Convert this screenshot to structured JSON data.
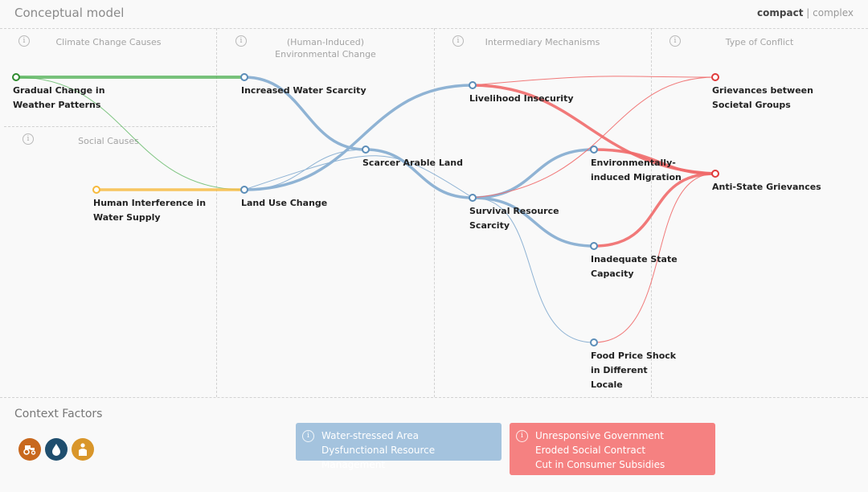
{
  "header": {
    "title": "Conceptual model",
    "view_compact": "compact",
    "view_separator": "|",
    "view_complex": "complex"
  },
  "columns": [
    {
      "label": "Climate Change Causes"
    },
    {
      "label": "(Human-Induced) Environmental Change"
    },
    {
      "label": "Intermediary Mechanisms"
    },
    {
      "label": "Type of Conflict"
    }
  ],
  "social_causes_label": "Social Causes",
  "info_glyph": "i",
  "nodes": {
    "gradual_change": "Gradual Change in Weather Patterns",
    "human_interference": "Human Interference in Water Supply",
    "increased_water": "Increased Water Scarcity",
    "land_use": "Land Use Change",
    "scarcer_land": "Scarcer Arable Land",
    "livelihood": "Livelihood Insecurity",
    "survival": "Survival Resource Scarcity",
    "migration": "Environmentally-induced Migration",
    "state_capacity": "Inadequate State Capacity",
    "food_price": "Food Price Shock in Different Locale",
    "grievances_groups": "Grievances between Societal Groups",
    "anti_state": "Anti-State Grievances"
  },
  "colors": {
    "climate": "#4caf50",
    "social": "#f6b93b",
    "environment": "#8fb3d4",
    "environment_node": "#5b8db8",
    "conflict": "#f06a6a",
    "conflict_node": "#e03b3b",
    "context_blue": "#a4c3de",
    "context_red": "#f58181",
    "icon_agri": "#c8681e",
    "icon_water": "#1f4e6e",
    "icon_people": "#d9962a"
  },
  "context": {
    "title": "Context Factors",
    "icons": [
      "tractor-icon",
      "water-drop-icon",
      "people-icon"
    ],
    "environment_factors": [
      "Water-stressed Area",
      "Dysfunctional Resource Management"
    ],
    "conflict_factors": [
      "Unresponsive Government",
      "Eroded Social Contract",
      "Cut in Consumer Subsidies"
    ]
  }
}
